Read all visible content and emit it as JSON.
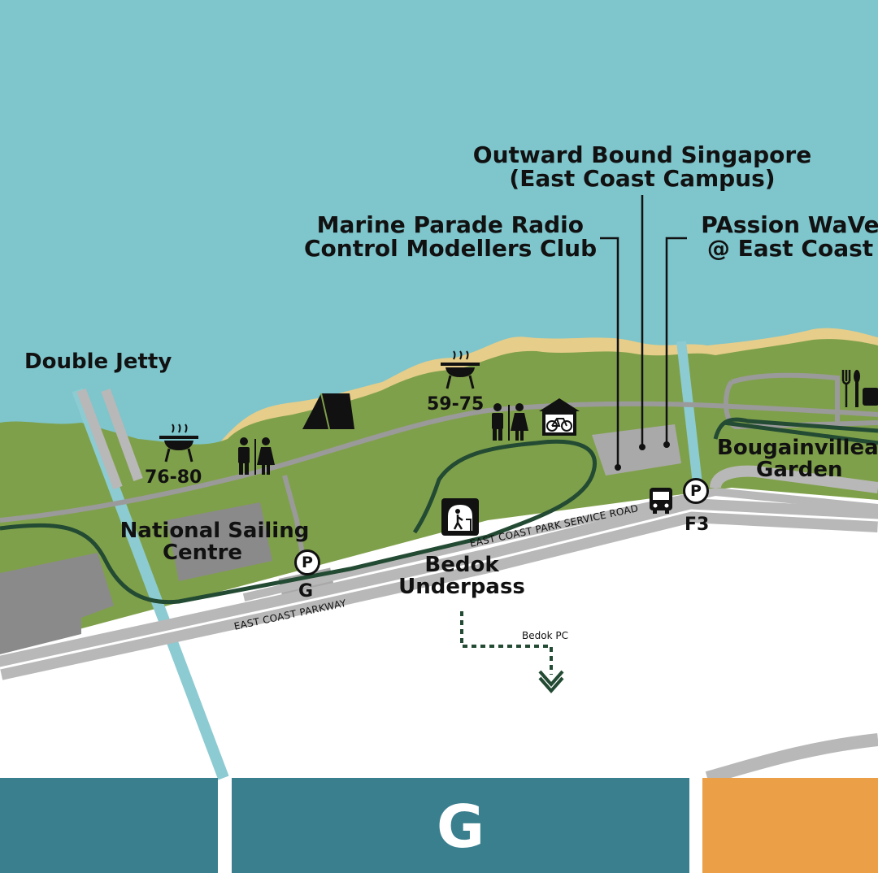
{
  "colors": {
    "sea": "#7ec5cc",
    "park": "#7fa04a",
    "sand": "#e6cd8a",
    "road": "#b8b8b8",
    "path": "#234a33",
    "canal": "#8ccbd2",
    "building": "#8a8a8a",
    "zone_teal": "#3a7f8e",
    "zone_orange": "#eb9f47"
  },
  "labels": {
    "outward_bound_1": "Outward Bound Singapore",
    "outward_bound_2": "(East Coast Campus)",
    "marine_parade_1": "Marine Parade Radio",
    "marine_parade_2": "Control Modellers Club",
    "passion_wave_1": "PAssion WaVe",
    "passion_wave_2": "@ East Coast",
    "double_jetty": "Double Jetty",
    "bougainvillea_1": "Bougainvillea",
    "bougainvillea_2": "Garden",
    "national_sailing_1": "National Sailing",
    "national_sailing_2": "Centre",
    "bedok_underpass_1": "Bedok",
    "bedok_underpass_2": "Underpass",
    "bbq_59_75": "59-75",
    "bbq_76_80": "76-80"
  },
  "roads": {
    "service_road": "EAST COAST PARK SERVICE ROAD",
    "parkway": "EAST COAST PARKWAY",
    "bedok_pc": "Bedok PC"
  },
  "parking": {
    "symbol": "P",
    "g_code": "G",
    "f3_code": "F3"
  },
  "zones": {
    "current": "G"
  },
  "icons": [
    "bbq-pit-icon",
    "toilet-icon",
    "camping-tent-icon",
    "bicycle-rental-icon",
    "underpass-icon",
    "bus-stop-icon",
    "parking-icon",
    "food-icon"
  ]
}
